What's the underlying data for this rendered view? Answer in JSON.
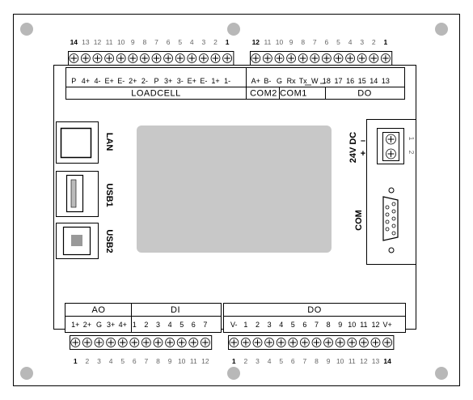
{
  "top_left": {
    "pin_numbers": [
      "14",
      "13",
      "12",
      "11",
      "10",
      "9",
      "8",
      "7",
      "6",
      "5",
      "4",
      "3",
      "2",
      "1"
    ],
    "signals": [
      "P",
      "4+",
      "4-",
      "E+",
      "E-",
      "2+",
      "2-",
      "P",
      "3+",
      "3-",
      "E+",
      "E-",
      "1+",
      "1-"
    ],
    "group_label": "LOADCELL"
  },
  "top_right": {
    "pin_numbers": [
      "12",
      "11",
      "10",
      "9",
      "8",
      "7",
      "6",
      "5",
      "4",
      "3",
      "2",
      "1"
    ],
    "signals": [
      "A+",
      "B-",
      "G",
      "Rx",
      "Tx",
      "W",
      "18",
      "17",
      "16",
      "15",
      "14",
      "13"
    ],
    "group_labels": [
      "COM2",
      "COM1",
      "DO"
    ]
  },
  "bottom_left": {
    "group_labels": [
      "AO",
      "DI"
    ],
    "signals": [
      "1+",
      "2+",
      "G",
      "3+",
      "4+",
      "1",
      "2",
      "3",
      "4",
      "5",
      "6",
      "7"
    ],
    "pin_numbers": [
      "1",
      "2",
      "3",
      "4",
      "5",
      "6",
      "7",
      "8",
      "9",
      "10",
      "11",
      "12"
    ]
  },
  "bottom_right": {
    "group_label": "DO",
    "signals": [
      "V-",
      "1",
      "2",
      "3",
      "4",
      "5",
      "6",
      "7",
      "8",
      "9",
      "10",
      "11",
      "12",
      "V+"
    ],
    "pin_numbers": [
      "1",
      "2",
      "3",
      "4",
      "5",
      "6",
      "7",
      "8",
      "9",
      "10",
      "11",
      "12",
      "13",
      "14"
    ]
  },
  "ports": {
    "lan_label": "LAN",
    "usb1_label": "USB1",
    "usb2_label": "USB2",
    "com_label": "COM",
    "power_label": "24V DC",
    "power_minus": "–",
    "power_plus": "+",
    "power_pin_numbers": [
      "1",
      "2"
    ]
  }
}
